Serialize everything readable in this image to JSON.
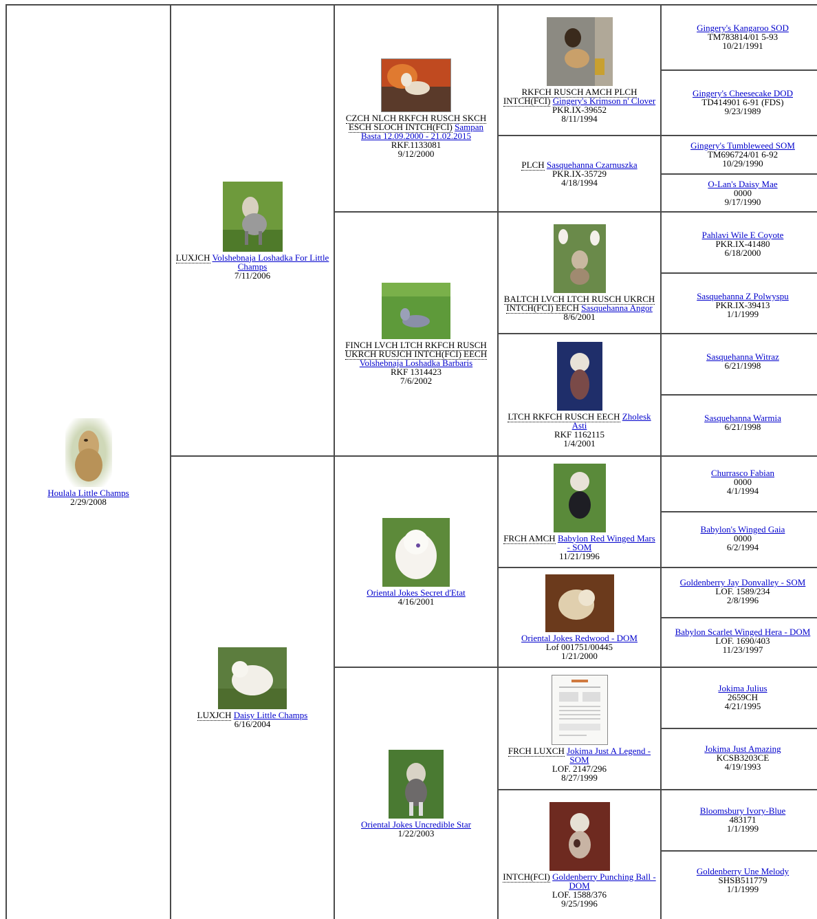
{
  "pedigree": {
    "subject": {
      "name": "Houlala Little Champs",
      "date": "2/29/2008"
    },
    "g1": [
      {
        "titles": "LUXJCH",
        "name": "Volshebnaja Loshadka For Little Champs",
        "date": "7/11/2006"
      },
      {
        "titles": "LUXJCH",
        "name": "Daisy Little Champs",
        "date": "6/16/2004"
      }
    ],
    "g2": [
      {
        "titles": "CZCH NLCH RKFCH RUSCH SKCH ESCH SLOCH INTCH(FCI)",
        "name": "Sampan Basta 12.09.2000 - 21.02.2015",
        "reg": "RKF.1133081",
        "date": "9/12/2000"
      },
      {
        "titles": "FINCH LVCH LTCH RKFCH RUSCH UKRCH RUSJCH INTCH(FCI) EECH",
        "name": "Volshebnaja Loshadka Barbaris",
        "reg": "RKF 1314423",
        "date": "7/6/2002"
      },
      {
        "name": "Oriental Jokes Secret d'Etat",
        "date": "4/16/2001"
      },
      {
        "name": "Oriental Jokes Uncredible Star",
        "date": "1/22/2003"
      }
    ],
    "g3": [
      {
        "titles": "RKFCH RUSCH AMCH PLCH INTCH(FCI)",
        "name": "Gingery's Krimson n' Clover",
        "reg": "PKR.IX-39652",
        "date": "8/11/1994"
      },
      {
        "titles": "PLCH",
        "name": "Sasquehanna Czarnuszka",
        "reg": "PKR.IX-35729",
        "date": "4/18/1994"
      },
      {
        "titles": "BALTCH LVCH LTCH RUSCH UKRCH INTCH(FCI) EECH",
        "name": "Sasquehanna Angor",
        "date": "8/6/2001"
      },
      {
        "titles": "LTCH RKFCH RUSCH EECH",
        "name": "Zholesk Asti",
        "reg": "RKF 1162115",
        "date": "1/4/2001"
      },
      {
        "titles": "FRCH AMCH",
        "name": "Babylon Red Winged Mars - SOM",
        "date": "11/21/1996"
      },
      {
        "name": "Oriental Jokes Redwood - DOM",
        "reg": "Lof 001751/00445",
        "date": "1/21/2000"
      },
      {
        "titles": "FRCH LUXCH",
        "name": "Jokima Just A Legend - SOM",
        "reg": "LOF. 2147/296",
        "date": "8/27/1999"
      },
      {
        "titles": "INTCH(FCI)",
        "name": "Goldenberry Punching Ball - DOM",
        "reg": "LOF. 1588/376",
        "date": "9/25/1996"
      }
    ],
    "g4": [
      {
        "name": "Gingery's Kangaroo SOD",
        "reg": "TM783814/01 5-93",
        "date": "10/21/1991"
      },
      {
        "name": "Gingery's Cheesecake DOD",
        "reg": "TD414901 6-91 (FDS)",
        "date": "9/23/1989"
      },
      {
        "name": "Gingery's Tumbleweed SOM",
        "reg": "TM696724/01 6-92",
        "date": "10/29/1990"
      },
      {
        "name": "O-Lan's Daisy Mae",
        "reg": "0000",
        "date": "9/17/1990"
      },
      {
        "name": "Pahlavi Wile E Coyote",
        "reg": "PKR.IX-41480",
        "date": "6/18/2000"
      },
      {
        "name": "Sasquehanna Z Polwyspu",
        "reg": "PKR.IX-39413",
        "date": "1/1/1999"
      },
      {
        "name": "Sasquehanna Witraz",
        "date": "6/21/1998"
      },
      {
        "name": "Sasquehanna Warmia",
        "date": "6/21/1998"
      },
      {
        "name": "Churrasco Fabian",
        "reg": "0000",
        "date": "4/1/1994"
      },
      {
        "name": "Babylon's Winged Gaia",
        "reg": "0000",
        "date": "6/2/1994"
      },
      {
        "name": "Goldenberry Jay Donvalley - SOM",
        "reg": "LOF. 1589/234",
        "date": "2/8/1996"
      },
      {
        "name": "Babylon Scarlet Winged Hera - DOM",
        "reg": "LOF. 1690/403",
        "date": "11/23/1997"
      },
      {
        "name": "Jokima Julius",
        "reg": "2659CH",
        "date": "4/21/1995"
      },
      {
        "name": "Jokima Just Amazing",
        "reg": "KCSB3203CE",
        "date": "4/19/1993"
      },
      {
        "name": "Bloomsbury Ivory-Blue",
        "reg": "483171",
        "date": "1/1/1999"
      },
      {
        "name": "Goldenberry Une Melody",
        "reg": "SHSB511779",
        "date": "1/1/1999"
      }
    ]
  },
  "colors": {
    "link": "#0000cc",
    "border": "#4a4a4a",
    "background": "#ffffff"
  }
}
